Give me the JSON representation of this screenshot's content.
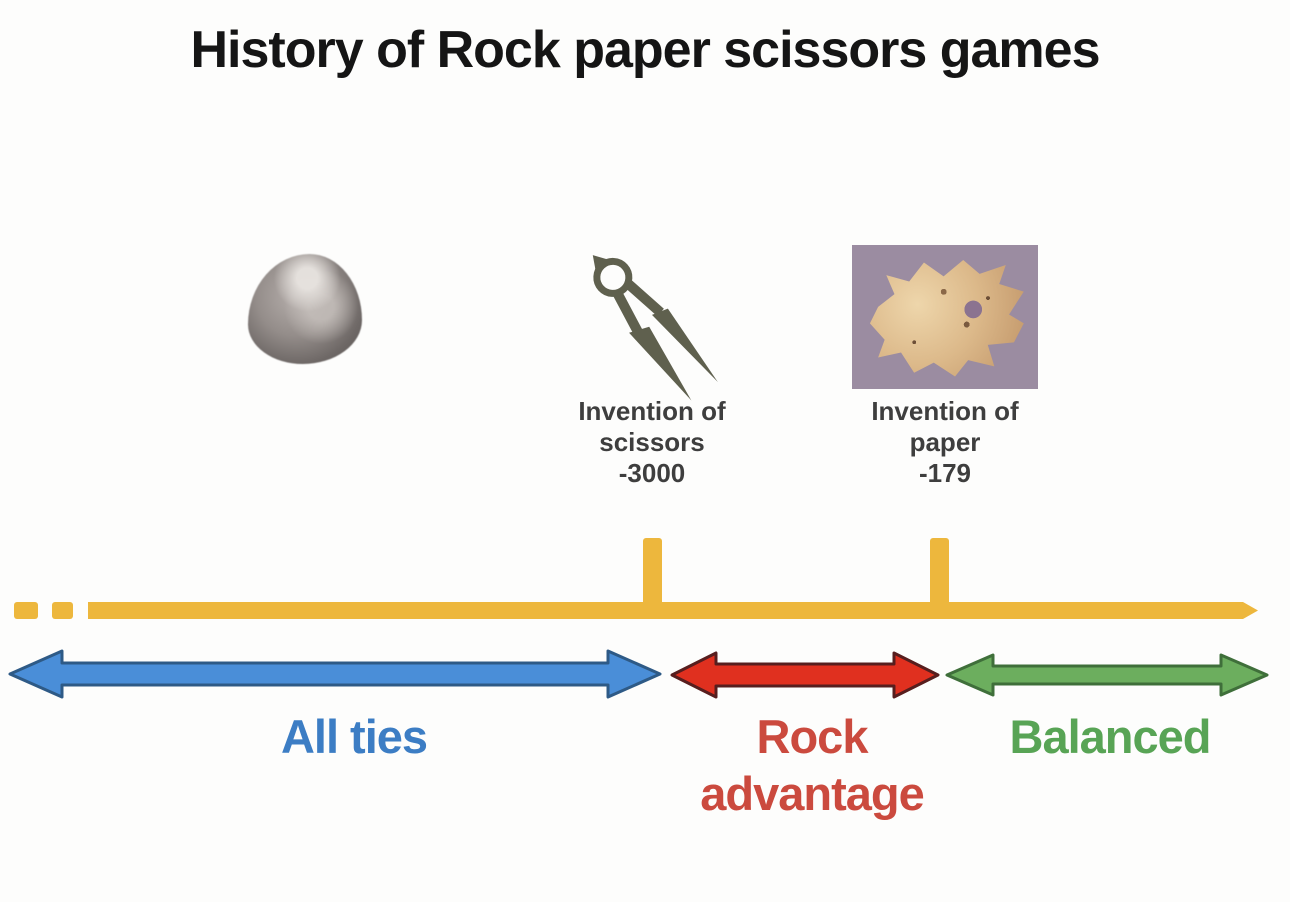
{
  "title": "History of Rock paper scissors games",
  "timeline": {
    "color": "#edb73d",
    "events": [
      {
        "id": "scissors",
        "caption": [
          "Invention of",
          "scissors",
          "-3000"
        ]
      },
      {
        "id": "paper",
        "caption": [
          "Invention of",
          "paper",
          "-179"
        ]
      }
    ]
  },
  "images": [
    {
      "id": "rock",
      "alt": "grey rock"
    },
    {
      "id": "scissors",
      "alt": "ancient bronze spring scissors"
    },
    {
      "id": "paper",
      "alt": "ancient paper fragment on purple background"
    }
  ],
  "eras": [
    {
      "id": "all-ties",
      "label_lines": [
        "All ties"
      ],
      "arrow_color": "#4a8ed8",
      "arrow_stroke": "#2e5a86",
      "text_color": "#3c7dc4"
    },
    {
      "id": "rock-advantage",
      "label_lines": [
        "Rock",
        "advantage"
      ],
      "arrow_color": "#e0301f",
      "arrow_stroke": "#571e1e",
      "text_color": "#cb4a3e"
    },
    {
      "id": "balanced",
      "label_lines": [
        "Balanced"
      ],
      "arrow_color": "#6cae5e",
      "arrow_stroke": "#3f6f3a",
      "text_color": "#58a455"
    }
  ],
  "scissors_color": "#5f604e"
}
